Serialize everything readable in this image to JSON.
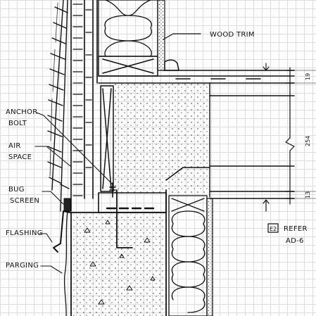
{
  "labels": {
    "wood_trim": "WOOD TRIM",
    "anchor_bolt_1": "ANCHOR",
    "anchor_bolt_2": "BOLT",
    "air_space_1": "AIR",
    "air_space_2": "SPACE",
    "bug_screen_1": "BUG",
    "bug_screen_2": "SCREEN",
    "flashing": "FLASHING",
    "parging": "PARGING",
    "refer_tag": "E2",
    "refer_1": "REFER",
    "refer_2": "AD-6"
  },
  "dimensions": {
    "top": "19",
    "middle": "254",
    "bottom": "13"
  }
}
